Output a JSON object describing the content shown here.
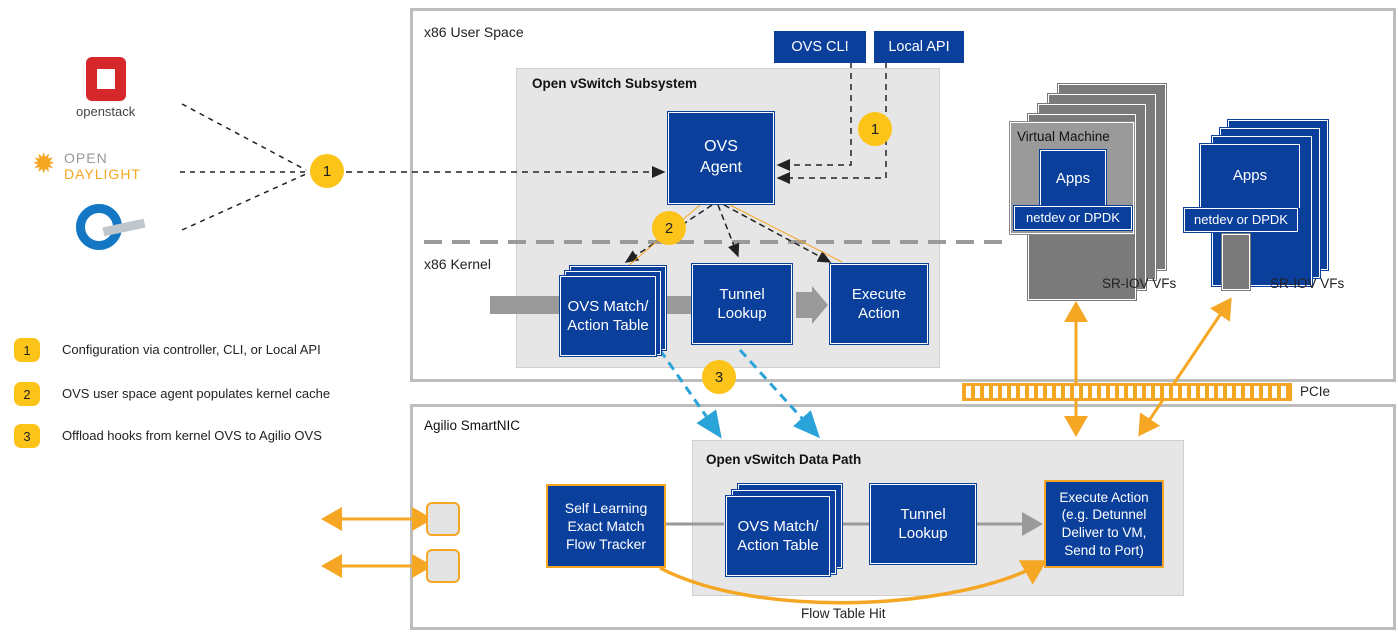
{
  "regions": {
    "user_space": "x86 User Space",
    "kernel": "x86 Kernel",
    "smartnic": "Agilio SmartNIC",
    "subsystem": "Open vSwitch Subsystem",
    "datapath": "Open vSwitch Data Path"
  },
  "logos": {
    "openstack": "openstack",
    "opendaylight_line1": "OPEN",
    "opendaylight_line2": "DAYLIGHT"
  },
  "boxes": {
    "ovs_cli": "OVS CLI",
    "local_api": "Local API",
    "ovs_agent": "OVS Agent",
    "kernel_match": "OVS Match/ Action Table",
    "kernel_tunnel": "Tunnel Lookup",
    "kernel_execute": "Execute Action",
    "vm_title": "Virtual Machine",
    "vm_apps": "Apps",
    "vm_netdev": "netdev or DPDK",
    "apps2": "Apps",
    "netdev2": "netdev or DPDK",
    "sriov1": "SR-IOV VFs",
    "sriov2": "SR-IOV VFs",
    "pcie": "PCIe",
    "nic_tracker": "Self Learning Exact Match Flow Tracker",
    "nic_match": "OVS Match/ Action Table",
    "nic_tunnel": "Tunnel Lookup",
    "nic_execute": "Execute Action (e.g. Detunnel Deliver to VM, Send to Port)",
    "flow_hit": "Flow Table Hit"
  },
  "badges": {
    "b1_main": "1",
    "b1_cli": "1",
    "b2": "2",
    "b3": "3"
  },
  "legend": [
    {
      "num": "1",
      "text": "Configuration via controller, CLI, or Local API"
    },
    {
      "num": "2",
      "text": "OVS user space agent populates kernel cache"
    },
    {
      "num": "3",
      "text": "Offload hooks from kernel OVS to Agilio OVS"
    }
  ],
  "colors": {
    "box_blue": "#0b3f9c",
    "badge_yellow": "#fcc419",
    "arrow_orange": "#f5a623",
    "dash_cyan": "#2aa3d8",
    "region_gray": "#bdbdbd"
  }
}
